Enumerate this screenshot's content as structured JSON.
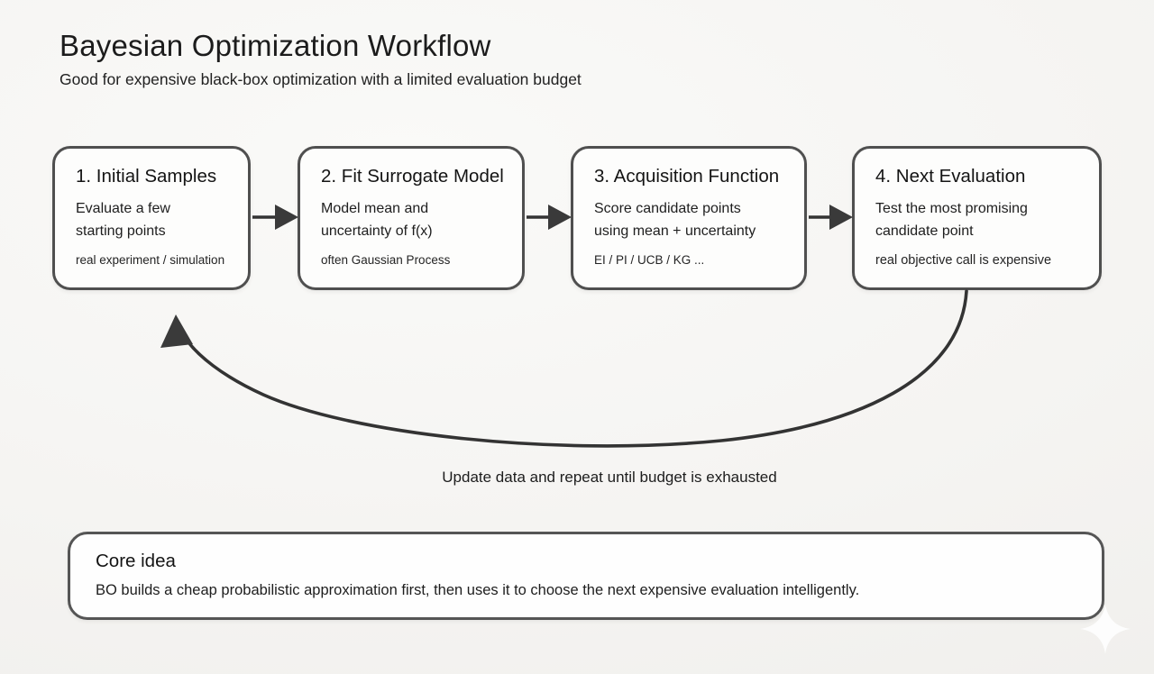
{
  "header": {
    "title": "Bayesian Optimization Workflow",
    "subtitle": "Good for expensive black-box optimization with a limited evaluation budget"
  },
  "steps": [
    {
      "heading": "1. Initial Samples",
      "body": "Evaluate a few starting points",
      "note": "real experiment / simulation"
    },
    {
      "heading": "2. Fit Surrogate Model",
      "body": "Model mean and uncertainty of f(x)",
      "note": "often Gaussian Process"
    },
    {
      "heading": "3. Acquisition Function",
      "body": "Score candidate points using mean + uncertainty",
      "note": "EI / PI / UCB / KG ..."
    },
    {
      "heading": "4. Next Evaluation",
      "body": "Test the most promising candidate point",
      "note": "real objective call is expensive"
    }
  ],
  "loop": {
    "label": "Update data and repeat until budget is exhausted"
  },
  "core_idea": {
    "heading": "Core idea",
    "body": "BO builds a cheap probabilistic approximation first, then uses it to choose the next expensive evaluation intelligently."
  },
  "icons": {
    "flow_arrow": "solid right-pointing triangle arrow between steps",
    "loop_arrow": "curved arrow from step 4 bottom back up to step 1",
    "sparkle": "faint four-point sparkle highlight"
  },
  "colors": {
    "background": "#f4f3f1",
    "box_background": "#fdfdfc",
    "box_border": "#4f4f4f",
    "core_border": "#555555",
    "arrow": "#333333",
    "heading_text": "#141414",
    "body_text": "#1e1e1e"
  }
}
